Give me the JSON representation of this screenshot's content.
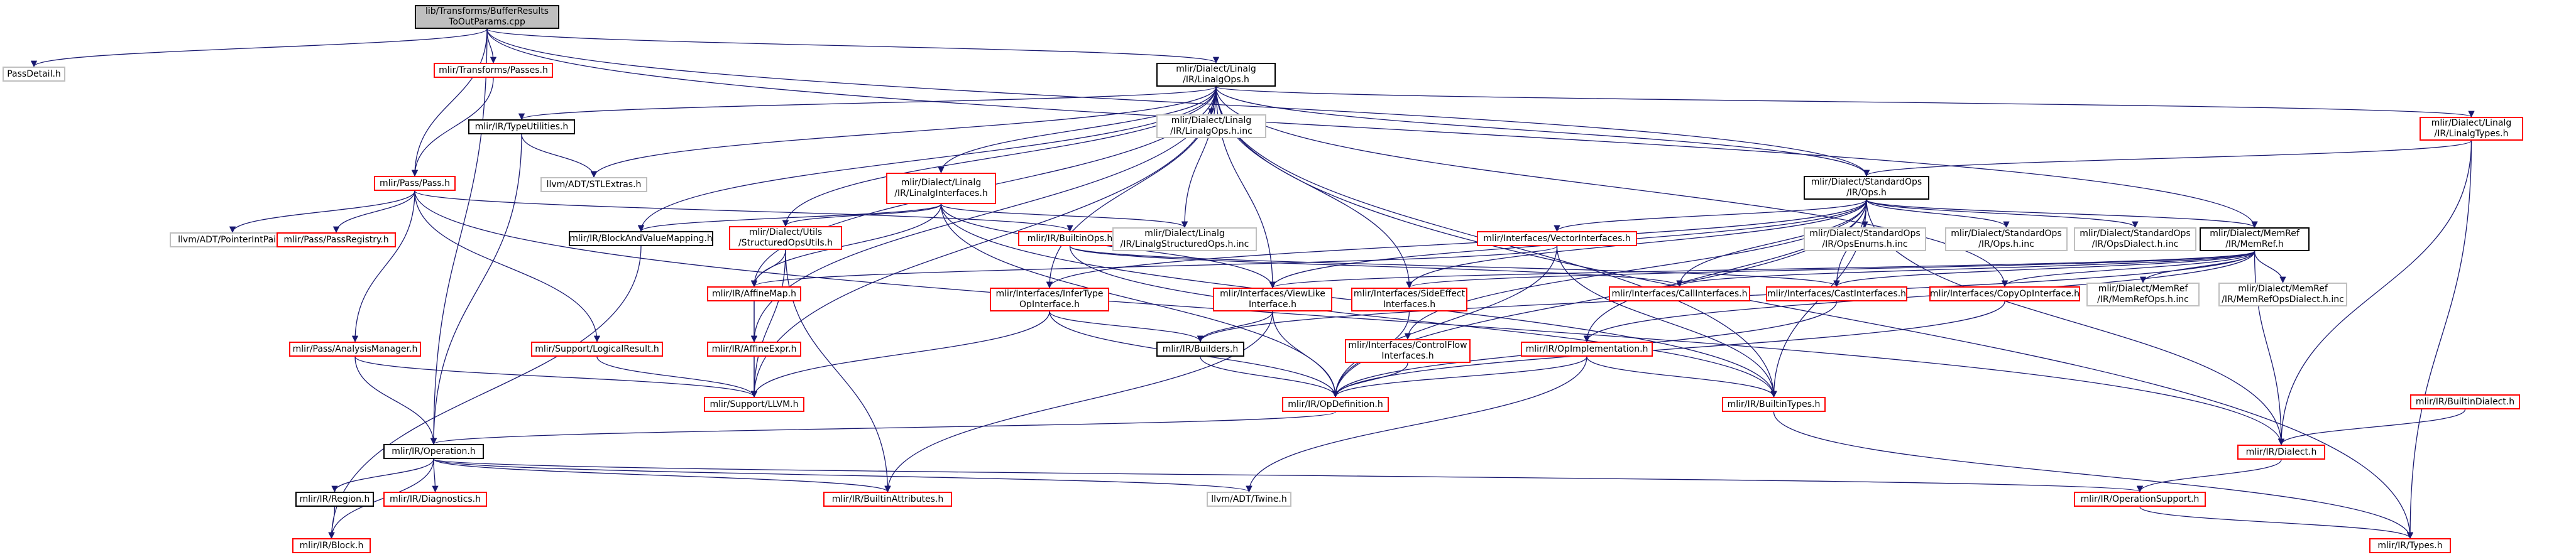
{
  "graph": {
    "nodes": [
      {
        "id": "root",
        "label": "lib/Transforms/BufferResults\nToOutParams.cpp",
        "style": "root"
      },
      {
        "id": "passdetail",
        "label": "PassDetail.h",
        "style": "gray"
      },
      {
        "id": "transforms_passes",
        "label": "mlir/Transforms/Passes.h",
        "style": "red"
      },
      {
        "id": "linalgops",
        "label": "mlir/Dialect/Linalg\n/IR/LinalgOps.h",
        "style": "black"
      },
      {
        "id": "typeutilities",
        "label": "mlir/IR/TypeUtilities.h",
        "style": "black"
      },
      {
        "id": "stlextras",
        "label": "llvm/ADT/STLExtras.h",
        "style": "gray"
      },
      {
        "id": "linalgops_inc",
        "label": "mlir/Dialect/Linalg\n/IR/LinalgOps.h.inc",
        "style": "gray"
      },
      {
        "id": "linalgtypes",
        "label": "mlir/Dialect/Linalg\n/IR/LinalgTypes.h",
        "style": "red"
      },
      {
        "id": "pass",
        "label": "mlir/Pass/Pass.h",
        "style": "red"
      },
      {
        "id": "pointerintpair",
        "label": "llvm/ADT/PointerIntPair.h",
        "style": "gray"
      },
      {
        "id": "passregistry",
        "label": "mlir/Pass/PassRegistry.h",
        "style": "red"
      },
      {
        "id": "linalginterfaces",
        "label": "mlir/Dialect/Linalg\n/IR/LinalgInterfaces.h",
        "style": "red"
      },
      {
        "id": "stdops",
        "label": "mlir/Dialect/StandardOps\n/IR/Ops.h",
        "style": "black"
      },
      {
        "id": "blockandvaluemapping",
        "label": "mlir/IR/BlockAndValueMapping.h",
        "style": "black"
      },
      {
        "id": "structuredoputils",
        "label": "mlir/Dialect/Utils\n/StructuredOpsUtils.h",
        "style": "red"
      },
      {
        "id": "builtinops",
        "label": "mlir/IR/BuiltinOps.h",
        "style": "red"
      },
      {
        "id": "linalgstructuredops_inc",
        "label": "mlir/Dialect/Linalg\n/IR/LinalgStructuredOps.h.inc",
        "style": "gray"
      },
      {
        "id": "vectorinterfaces",
        "label": "mlir/Interfaces/VectorInterfaces.h",
        "style": "red"
      },
      {
        "id": "opsenums_inc",
        "label": "mlir/Dialect/StandardOps\n/IR/OpsEnums.h.inc",
        "style": "gray"
      },
      {
        "id": "ops_inc",
        "label": "mlir/Dialect/StandardOps\n/IR/Ops.h.inc",
        "style": "gray"
      },
      {
        "id": "opsdialect_inc",
        "label": "mlir/Dialect/StandardOps\n/IR/OpsDialect.h.inc",
        "style": "gray"
      },
      {
        "id": "memref",
        "label": "mlir/Dialect/MemRef\n/IR/MemRef.h",
        "style": "black"
      },
      {
        "id": "affinemap",
        "label": "mlir/IR/AffineMap.h",
        "style": "red"
      },
      {
        "id": "infertype",
        "label": "mlir/Interfaces/InferType\nOpInterface.h",
        "style": "red"
      },
      {
        "id": "viewlike",
        "label": "mlir/Interfaces/ViewLike\nInterface.h",
        "style": "red"
      },
      {
        "id": "sideeffect",
        "label": "mlir/Interfaces/SideEffect\nInterfaces.h",
        "style": "red"
      },
      {
        "id": "callinterfaces",
        "label": "mlir/Interfaces/CallInterfaces.h",
        "style": "red"
      },
      {
        "id": "castinterfaces",
        "label": "mlir/Interfaces/CastInterfaces.h",
        "style": "red"
      },
      {
        "id": "copyopinterface",
        "label": "mlir/Interfaces/CopyOpInterface.h",
        "style": "red"
      },
      {
        "id": "memrefops_inc",
        "label": "mlir/Dialect/MemRef\n/IR/MemRefOps.h.inc",
        "style": "gray"
      },
      {
        "id": "memrefopsdialect_inc",
        "label": "mlir/Dialect/MemRef\n/IR/MemRefOpsDialect.h.inc",
        "style": "gray"
      },
      {
        "id": "analysismanager",
        "label": "mlir/Pass/AnalysisManager.h",
        "style": "red"
      },
      {
        "id": "logicalresult",
        "label": "mlir/Support/LogicalResult.h",
        "style": "red"
      },
      {
        "id": "affineexpr",
        "label": "mlir/IR/AffineExpr.h",
        "style": "red"
      },
      {
        "id": "builders",
        "label": "mlir/IR/Builders.h",
        "style": "black"
      },
      {
        "id": "controlflow",
        "label": "mlir/Interfaces/ControlFlow\nInterfaces.h",
        "style": "red"
      },
      {
        "id": "opimplementation",
        "label": "mlir/IR/OpImplementation.h",
        "style": "red"
      },
      {
        "id": "builtindialect",
        "label": "mlir/IR/BuiltinDialect.h",
        "style": "red"
      },
      {
        "id": "llvm",
        "label": "mlir/Support/LLVM.h",
        "style": "red"
      },
      {
        "id": "opdefinition",
        "label": "mlir/IR/OpDefinition.h",
        "style": "red"
      },
      {
        "id": "builtintypes",
        "label": "mlir/IR/BuiltinTypes.h",
        "style": "red"
      },
      {
        "id": "dialect",
        "label": "mlir/IR/Dialect.h",
        "style": "red"
      },
      {
        "id": "operation",
        "label": "mlir/IR/Operation.h",
        "style": "black"
      },
      {
        "id": "region",
        "label": "mlir/IR/Region.h",
        "style": "black"
      },
      {
        "id": "diagnostics",
        "label": "mlir/IR/Diagnostics.h",
        "style": "red"
      },
      {
        "id": "builtinattributes",
        "label": "mlir/IR/BuiltinAttributes.h",
        "style": "red"
      },
      {
        "id": "twine",
        "label": "llvm/ADT/Twine.h",
        "style": "gray"
      },
      {
        "id": "operationsupport",
        "label": "mlir/IR/OperationSupport.h",
        "style": "red"
      },
      {
        "id": "block",
        "label": "mlir/IR/Block.h",
        "style": "red"
      },
      {
        "id": "types",
        "label": "mlir/IR/Types.h",
        "style": "red"
      }
    ],
    "edges": [
      [
        "root",
        "passdetail"
      ],
      [
        "root",
        "transforms_passes"
      ],
      [
        "root",
        "linalgops"
      ],
      [
        "root",
        "stdops"
      ],
      [
        "root",
        "memref"
      ],
      [
        "root",
        "pass"
      ],
      [
        "root",
        "operation"
      ],
      [
        "transforms_passes",
        "pass"
      ],
      [
        "linalgops",
        "typeutilities"
      ],
      [
        "linalgops",
        "stlextras"
      ],
      [
        "linalgops",
        "linalgops_inc"
      ],
      [
        "linalgops",
        "linalgtypes"
      ],
      [
        "linalgops",
        "linalginterfaces"
      ],
      [
        "linalgops",
        "stdops"
      ],
      [
        "linalgops",
        "blockandvaluemapping"
      ],
      [
        "linalgops",
        "structuredoputils"
      ],
      [
        "linalgops",
        "linalgstructuredops_inc"
      ],
      [
        "linalgops",
        "affinemap"
      ],
      [
        "linalgops",
        "infertype"
      ],
      [
        "linalgops",
        "viewlike"
      ],
      [
        "linalgops",
        "sideeffect"
      ],
      [
        "linalgops",
        "copyopinterface"
      ],
      [
        "linalgops",
        "affineexpr"
      ],
      [
        "linalgops",
        "llvm"
      ],
      [
        "linalgops",
        "builtintypes"
      ],
      [
        "linalgops",
        "types"
      ],
      [
        "typeutilities",
        "stlextras"
      ],
      [
        "typeutilities",
        "operation"
      ],
      [
        "linalgtypes",
        "stdops"
      ],
      [
        "linalgtypes",
        "dialect"
      ],
      [
        "linalgtypes",
        "types"
      ],
      [
        "pass",
        "pointerintpair"
      ],
      [
        "pass",
        "passregistry"
      ],
      [
        "pass",
        "analysismanager"
      ],
      [
        "pass",
        "logicalresult"
      ],
      [
        "pass",
        "builtinops"
      ],
      [
        "pass",
        "dialect"
      ],
      [
        "linalginterfaces",
        "blockandvaluemapping"
      ],
      [
        "linalginterfaces",
        "structuredoputils"
      ],
      [
        "linalginterfaces",
        "linalgstructuredops_inc"
      ],
      [
        "linalginterfaces",
        "affinemap"
      ],
      [
        "linalginterfaces",
        "viewlike"
      ],
      [
        "linalginterfaces",
        "opdefinition"
      ],
      [
        "linalginterfaces",
        "builtintypes"
      ],
      [
        "stdops",
        "opsenums_inc"
      ],
      [
        "stdops",
        "ops_inc"
      ],
      [
        "stdops",
        "opsdialect_inc"
      ],
      [
        "stdops",
        "memref"
      ],
      [
        "stdops",
        "vectorinterfaces"
      ],
      [
        "stdops",
        "infertype"
      ],
      [
        "stdops",
        "viewlike"
      ],
      [
        "stdops",
        "sideeffect"
      ],
      [
        "stdops",
        "callinterfaces"
      ],
      [
        "stdops",
        "castinterfaces"
      ],
      [
        "stdops",
        "controlflow"
      ],
      [
        "stdops",
        "opimplementation"
      ],
      [
        "stdops",
        "builtintypes"
      ],
      [
        "stdops",
        "dialect"
      ],
      [
        "stdops",
        "opdefinition"
      ],
      [
        "blockandvaluemapping",
        "block"
      ],
      [
        "structuredoputils",
        "affinemap"
      ],
      [
        "structuredoputils",
        "llvm"
      ],
      [
        "structuredoputils",
        "builtinattributes"
      ],
      [
        "builtinops",
        "callinterfaces"
      ],
      [
        "builtinops",
        "castinterfaces"
      ],
      [
        "builtinops",
        "builtintypes"
      ],
      [
        "vectorinterfaces",
        "affinemap"
      ],
      [
        "vectorinterfaces",
        "opdefinition"
      ],
      [
        "vectorinterfaces",
        "builtintypes"
      ],
      [
        "memref",
        "viewlike"
      ],
      [
        "memref",
        "sideeffect"
      ],
      [
        "memref",
        "callinterfaces"
      ],
      [
        "memref",
        "castinterfaces"
      ],
      [
        "memref",
        "copyopinterface"
      ],
      [
        "memref",
        "memrefops_inc"
      ],
      [
        "memref",
        "memrefopsdialect_inc"
      ],
      [
        "memref",
        "builders"
      ],
      [
        "memref",
        "opimplementation"
      ],
      [
        "memref",
        "dialect"
      ],
      [
        "affinemap",
        "affineexpr"
      ],
      [
        "affinemap",
        "llvm"
      ],
      [
        "infertype",
        "builders"
      ],
      [
        "infertype",
        "opdefinition"
      ],
      [
        "infertype",
        "llvm"
      ],
      [
        "viewlike",
        "builders"
      ],
      [
        "viewlike",
        "opdefinition"
      ],
      [
        "viewlike",
        "builtinattributes"
      ],
      [
        "sideeffect",
        "opdefinition"
      ],
      [
        "castinterfaces",
        "opdefinition"
      ],
      [
        "copyopinterface",
        "opdefinition"
      ],
      [
        "analysismanager",
        "llvm"
      ],
      [
        "analysismanager",
        "operation"
      ],
      [
        "logicalresult",
        "llvm"
      ],
      [
        "affineexpr",
        "llvm"
      ],
      [
        "builders",
        "opdefinition"
      ],
      [
        "controlflow",
        "opdefinition"
      ],
      [
        "opimplementation",
        "opdefinition"
      ],
      [
        "opimplementation",
        "builtintypes"
      ],
      [
        "opimplementation",
        "twine"
      ],
      [
        "builtindialect",
        "dialect"
      ],
      [
        "opdefinition",
        "operation"
      ],
      [
        "builtintypes",
        "types"
      ],
      [
        "dialect",
        "operationsupport"
      ],
      [
        "operation",
        "region"
      ],
      [
        "operation",
        "diagnostics"
      ],
      [
        "operation",
        "builtinattributes"
      ],
      [
        "operation",
        "twine"
      ],
      [
        "operation",
        "operationsupport"
      ],
      [
        "operation",
        "block"
      ],
      [
        "region",
        "block"
      ],
      [
        "operationsupport",
        "types"
      ]
    ]
  },
  "colors": {
    "edge": "#191970",
    "border": "#000000",
    "red_border": "#ff0000",
    "gray_border": "#bfbfbf",
    "root_fill": "#bfbfbf"
  }
}
